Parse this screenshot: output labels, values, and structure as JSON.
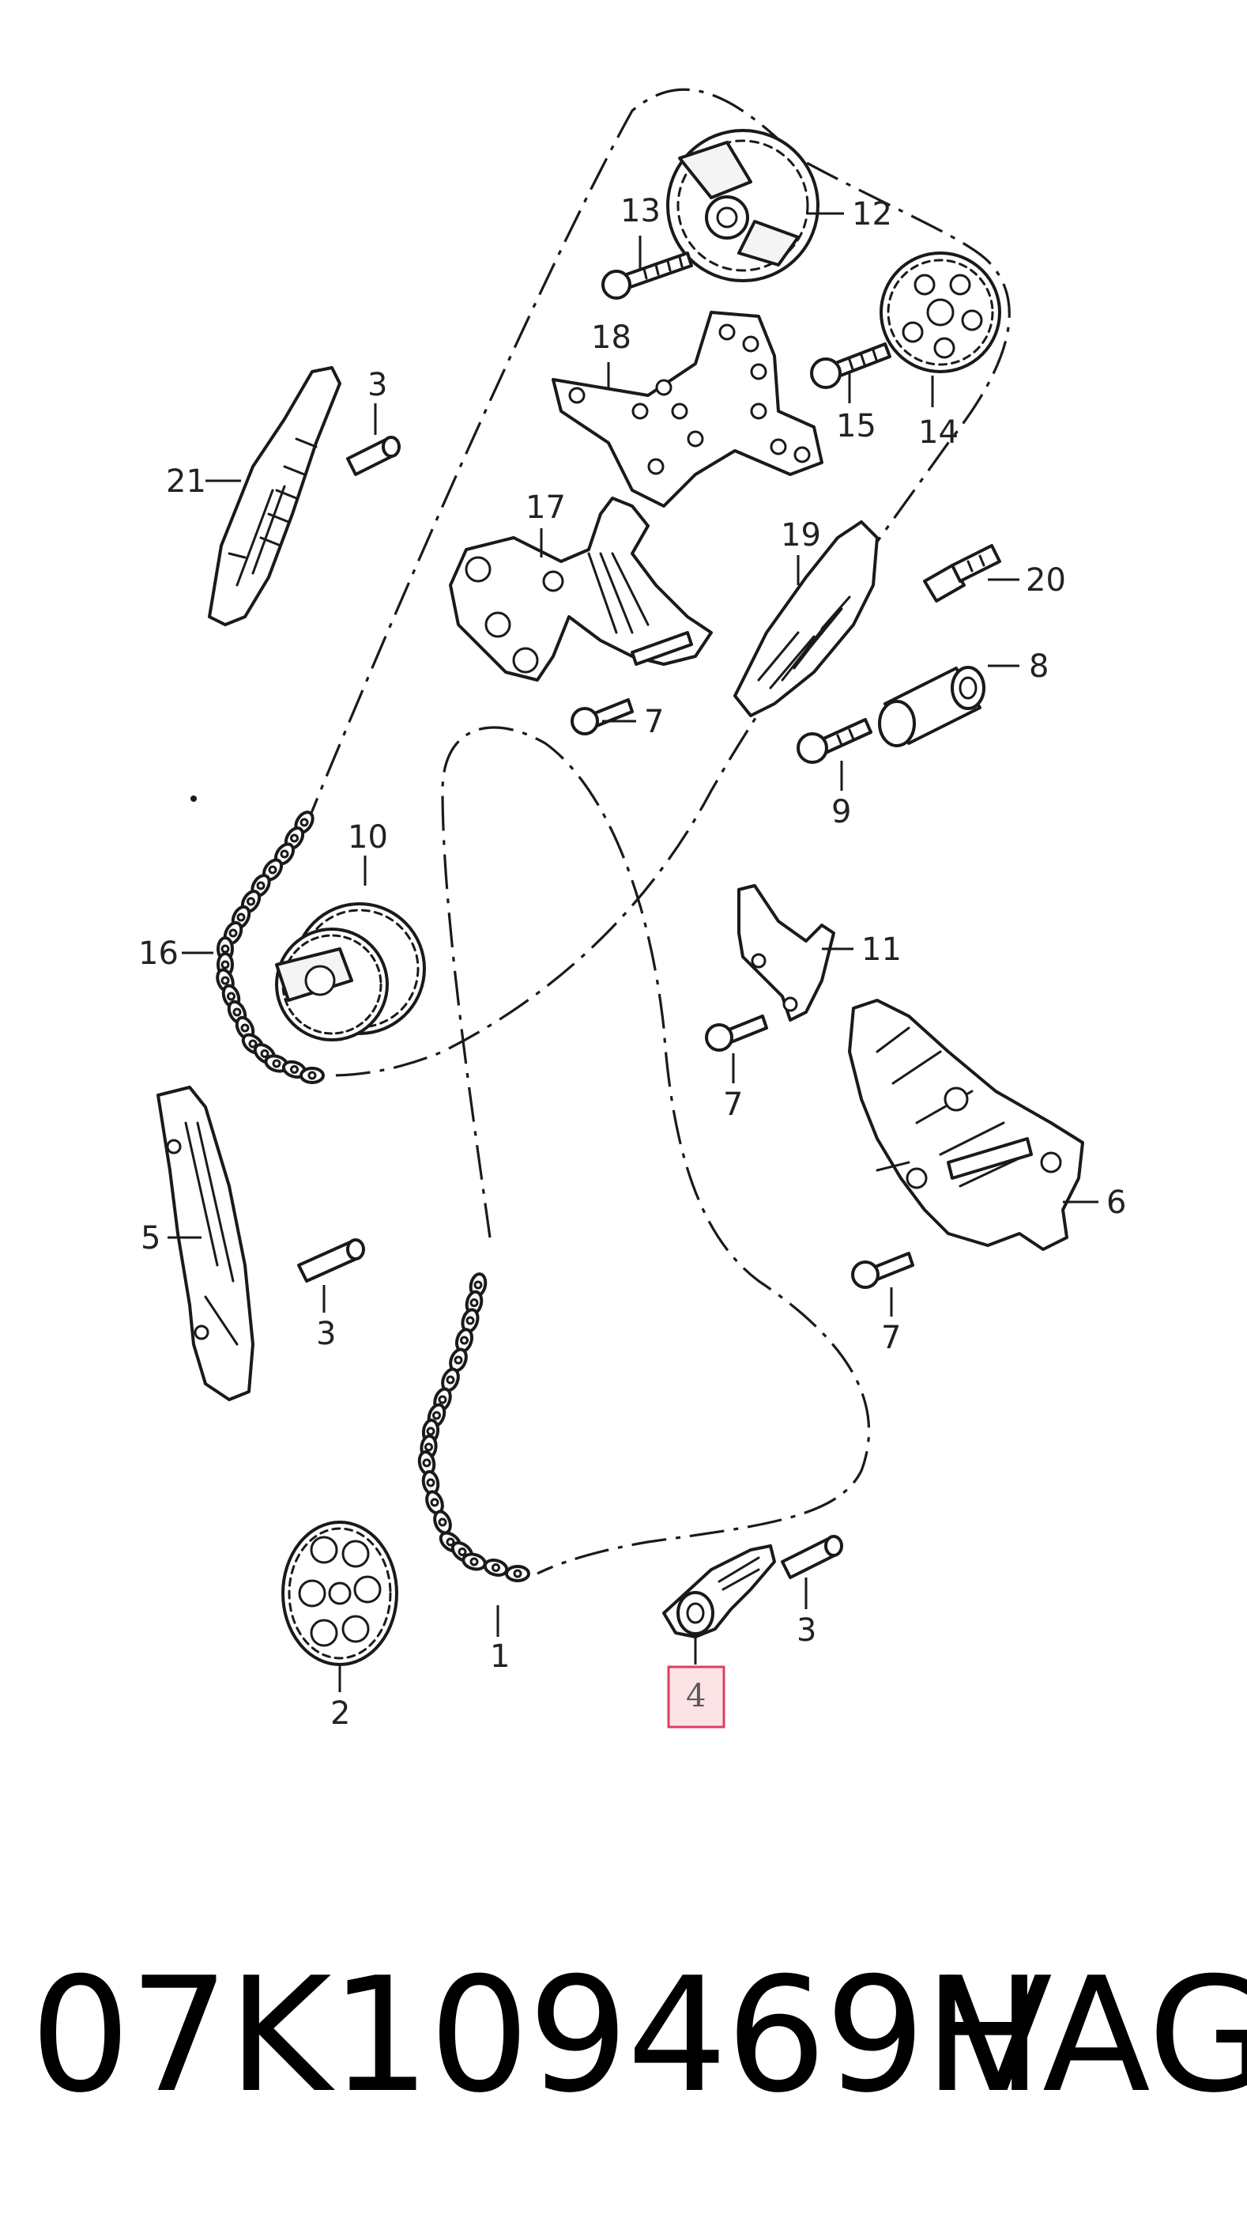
{
  "diagram": {
    "labels": [
      "1",
      "2",
      "3",
      "4",
      "5",
      "6",
      "7",
      "8",
      "9",
      "10",
      "11",
      "12",
      "13",
      "14",
      "15",
      "16",
      "17",
      "18",
      "19",
      "20",
      "21"
    ],
    "highlighted_label": "4",
    "colors": {
      "line": "#1a1a1a",
      "highlight_fill": "#fbe3e6",
      "highlight_stroke": "#d94060"
    }
  },
  "caption": {
    "part_number": "07K109469H",
    "brand": "VAG"
  }
}
